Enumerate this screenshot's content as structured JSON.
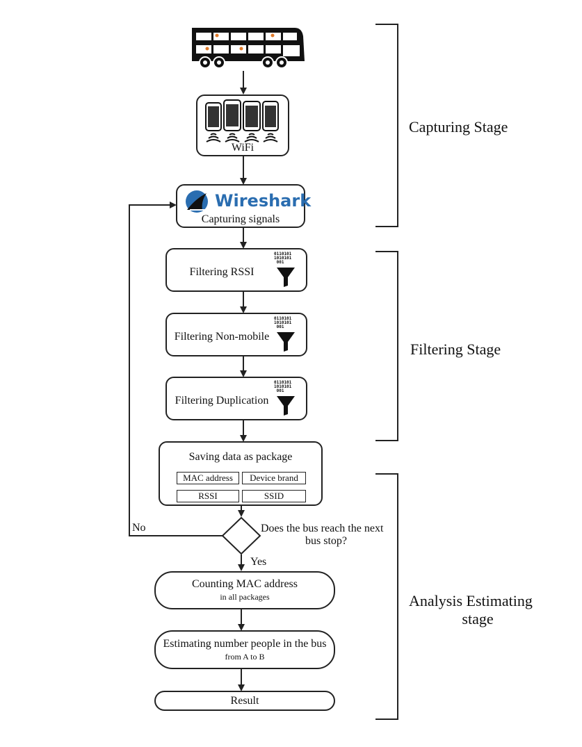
{
  "capture": {
    "wifi_label": "WiFi",
    "wireshark_logo_text": "Wireshark",
    "wireshark_caption": "Capturing signals"
  },
  "filters": [
    {
      "label": "Filtering RSSI"
    },
    {
      "label": "Filtering Non-mobile"
    },
    {
      "label": "Filtering Duplication"
    }
  ],
  "binary_text": "0110101\n1010101\n 001",
  "package": {
    "title": "Saving data as package",
    "fields": [
      "MAC address",
      "Device brand",
      "RSSI",
      "SSID"
    ]
  },
  "decision": {
    "question_line1": "Does the bus reach the next",
    "question_line2": "bus stop?",
    "yes": "Yes",
    "no": "No"
  },
  "counting": {
    "line1": "Counting MAC address",
    "line2": "in all packages"
  },
  "estimating": {
    "line1": "Estimating number people in the bus",
    "line2": "from A to B"
  },
  "result": {
    "label": "Result"
  },
  "stages": {
    "capturing": "Capturing Stage",
    "filtering": "Filtering Stage",
    "analysis_line1": "Analysis Estimating",
    "analysis_line2": "stage"
  },
  "colors": {
    "stroke": "#222222",
    "wireshark_blue": "#2a6db0"
  },
  "icons": [
    "bus-icon",
    "smartphone-icon",
    "wifi-signal-icon",
    "wireshark-fin-icon",
    "funnel-filter-icon",
    "binary-digits-icon"
  ]
}
